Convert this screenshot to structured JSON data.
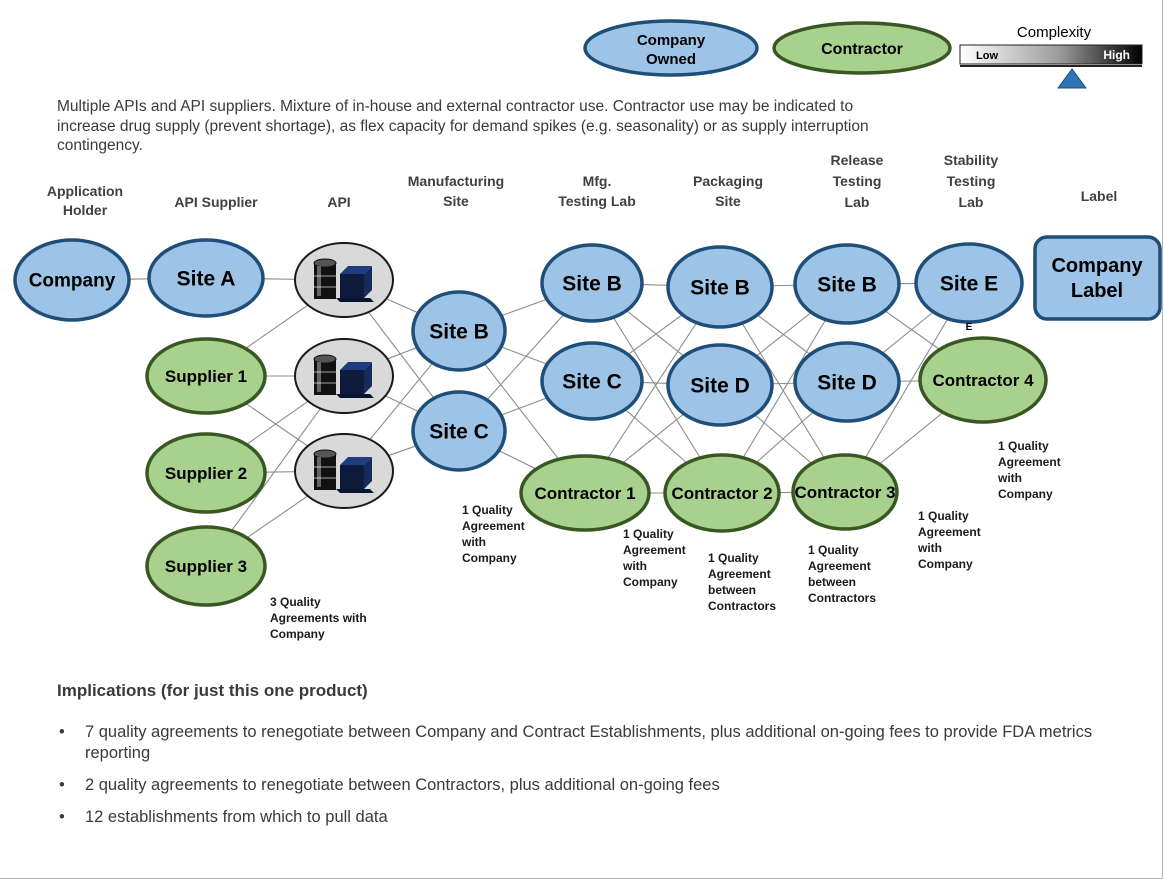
{
  "legend": {
    "company_owned": "Company Owned",
    "company_owned_lines": [
      "Company",
      "Owned"
    ],
    "contractor": "Contractor",
    "complexity": {
      "title": "Complexity",
      "low": "Low",
      "high": "High",
      "level": "high"
    }
  },
  "description": "Multiple APIs and API suppliers.  Mixture of in-house and external contractor use.  Contractor use may be indicated to increase drug supply (prevent shortage), as flex capacity for demand spikes (e.g. seasonality) or as supply interruption contingency.",
  "columns": [
    {
      "label": "Application Holder",
      "lines": [
        "Application",
        "Holder"
      ]
    },
    {
      "label": "API Supplier",
      "lines": [
        "API Supplier"
      ]
    },
    {
      "label": "API",
      "lines": [
        "API"
      ]
    },
    {
      "label": "Manufacturing Site",
      "lines": [
        "Manufacturing",
        "Site"
      ]
    },
    {
      "label": "Mfg. Testing Lab",
      "lines": [
        "Mfg.",
        "Testing Lab"
      ]
    },
    {
      "label": "Packaging Site",
      "lines": [
        "Packaging",
        "Site"
      ]
    },
    {
      "label": "Release Testing Lab",
      "lines": [
        "Release",
        "Testing",
        "Lab"
      ]
    },
    {
      "label": "Stability Testing Lab",
      "lines": [
        "Stability",
        "Testing",
        "Lab"
      ]
    },
    {
      "label": "Label",
      "lines": [
        "Label"
      ]
    }
  ],
  "nodes": {
    "company": {
      "label": "Company",
      "type": "company"
    },
    "site_a": {
      "label": "Site A",
      "type": "company"
    },
    "supplier_1": {
      "label": "Supplier 1",
      "type": "contractor"
    },
    "supplier_2": {
      "label": "Supplier 2",
      "type": "contractor"
    },
    "supplier_3": {
      "label": "Supplier 3",
      "type": "contractor"
    },
    "api_1": {
      "label": "",
      "type": "api",
      "icon": "drum-and-box-icon"
    },
    "api_2": {
      "label": "",
      "type": "api",
      "icon": "drum-and-box-icon"
    },
    "api_3": {
      "label": "",
      "type": "api",
      "icon": "drum-and-box-icon"
    },
    "mfg_site_b": {
      "label": "Site B",
      "type": "company"
    },
    "mfg_site_c": {
      "label": "Site C",
      "type": "company"
    },
    "lab_site_b": {
      "label": "Site B",
      "type": "company"
    },
    "lab_site_c": {
      "label": "Site C",
      "type": "company"
    },
    "contractor_1": {
      "label": "Contractor 1",
      "type": "contractor"
    },
    "pkg_site_b": {
      "label": "Site B",
      "type": "company"
    },
    "pkg_site_d": {
      "label": "Site D",
      "type": "company"
    },
    "contractor_2": {
      "label": "Contractor 2",
      "type": "contractor"
    },
    "rel_site_b": {
      "label": "Site B",
      "type": "company"
    },
    "rel_site_d": {
      "label": "Site D",
      "type": "company"
    },
    "contractor_3": {
      "label": "Contractor 3",
      "type": "contractor"
    },
    "stab_site_e": {
      "label": "Site E",
      "type": "company"
    },
    "contractor_4": {
      "label": "Contractor 4",
      "type": "contractor"
    },
    "company_label": {
      "label": "Company Label",
      "lines": [
        "Company",
        "Label"
      ],
      "type": "company_rect"
    }
  },
  "stray_label": "E",
  "notes": [
    {
      "text": "3 Quality Agreements with Company",
      "lines": [
        "3 Quality",
        "Agreements with",
        "Company"
      ]
    },
    {
      "text": "1 Quality Agreement with Company",
      "lines": [
        "1 Quality",
        "Agreement",
        "with",
        "Company"
      ]
    },
    {
      "text": "1 Quality Agreement with Company",
      "lines": [
        "1 Quality",
        "Agreement",
        "with",
        "Company"
      ]
    },
    {
      "text": "1 Quality Agreement between Contractors",
      "lines": [
        "1 Quality",
        "Agreement",
        "between",
        "Contractors"
      ]
    },
    {
      "text": "1 Quality Agreement between Contractors",
      "lines": [
        "1 Quality",
        "Agreement",
        "between",
        "Contractors"
      ]
    },
    {
      "text": "1 Quality Agreement with Company",
      "lines": [
        "1 Quality",
        "Agreement",
        "with",
        "Company"
      ]
    },
    {
      "text": "1 Quality Agreement with Company",
      "lines": [
        "1 Quality",
        "Agreement",
        "with",
        "Company"
      ]
    }
  ],
  "implications": {
    "title": "Implications (for just this one product)",
    "bullet": "•",
    "items": [
      "7 quality agreements to renegotiate between Company and Contract Establishments, plus additional on-going fees to provide FDA metrics reporting",
      "2 quality agreements to renegotiate between Contractors, plus additional on-going fees",
      "12 establishments from which to pull data"
    ]
  },
  "colors": {
    "company_fill": "#9dc3e6",
    "company_stroke": "#1f4e79",
    "contractor_fill": "#a9d18e",
    "contractor_stroke": "#385723",
    "api_fill": "#d9d9d9",
    "line": "#8c8c8c",
    "triangle": "#2e75b6"
  }
}
